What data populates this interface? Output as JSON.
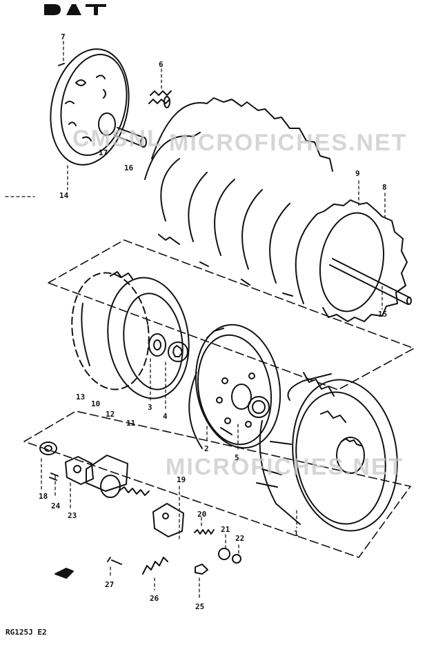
{
  "header": {
    "logo_text": "DAT"
  },
  "watermarks": [
    "CMSNL",
    "MICROFICHES.NET",
    "MICROFICHES.NET"
  ],
  "caption": "RG125J E2",
  "labels": {
    "l1": "1",
    "l2": "2",
    "l3": "3",
    "l4": "4",
    "l5": "5",
    "l6": "6",
    "l7": "7",
    "l8": "8",
    "l9": "9",
    "l10": "10",
    "l11": "11",
    "l12": "12",
    "l13": "13",
    "l14": "14",
    "l15": "15",
    "l16": "16",
    "l17": "17",
    "l18": "18",
    "l19": "19",
    "l20": "20",
    "l21": "21",
    "l22": "22",
    "l23": "23",
    "l24": "24",
    "l25": "25",
    "l26": "26",
    "l27": "27"
  }
}
